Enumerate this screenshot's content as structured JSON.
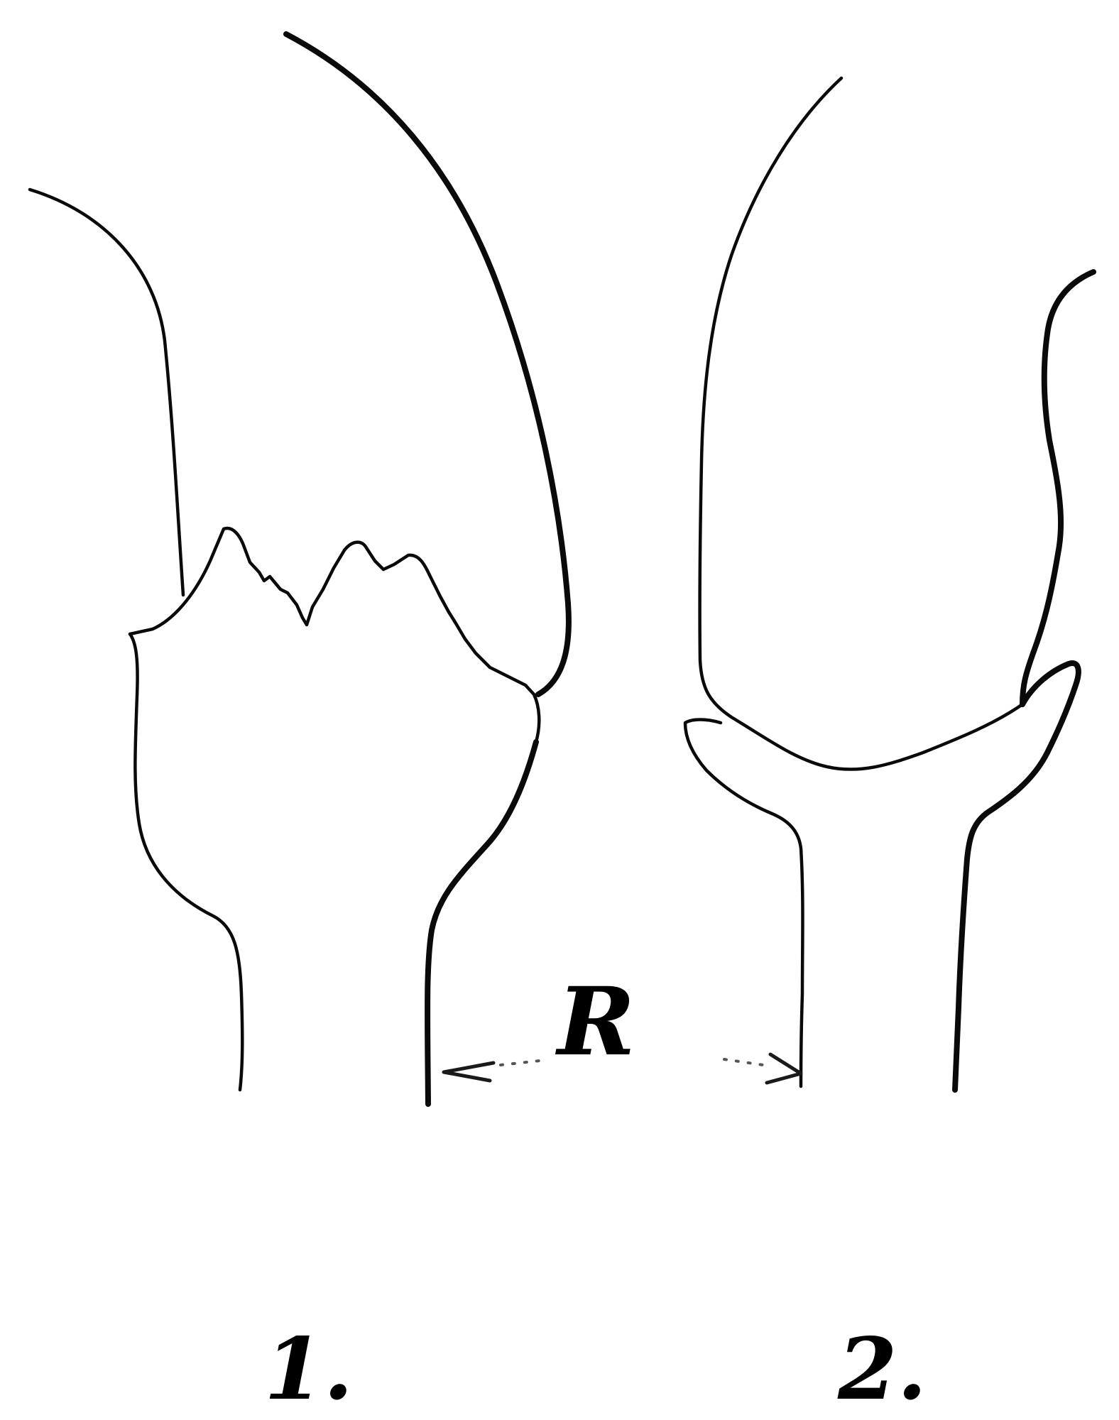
{
  "figure": {
    "region_label": "R",
    "figure_labels": [
      "1.",
      "2."
    ]
  }
}
